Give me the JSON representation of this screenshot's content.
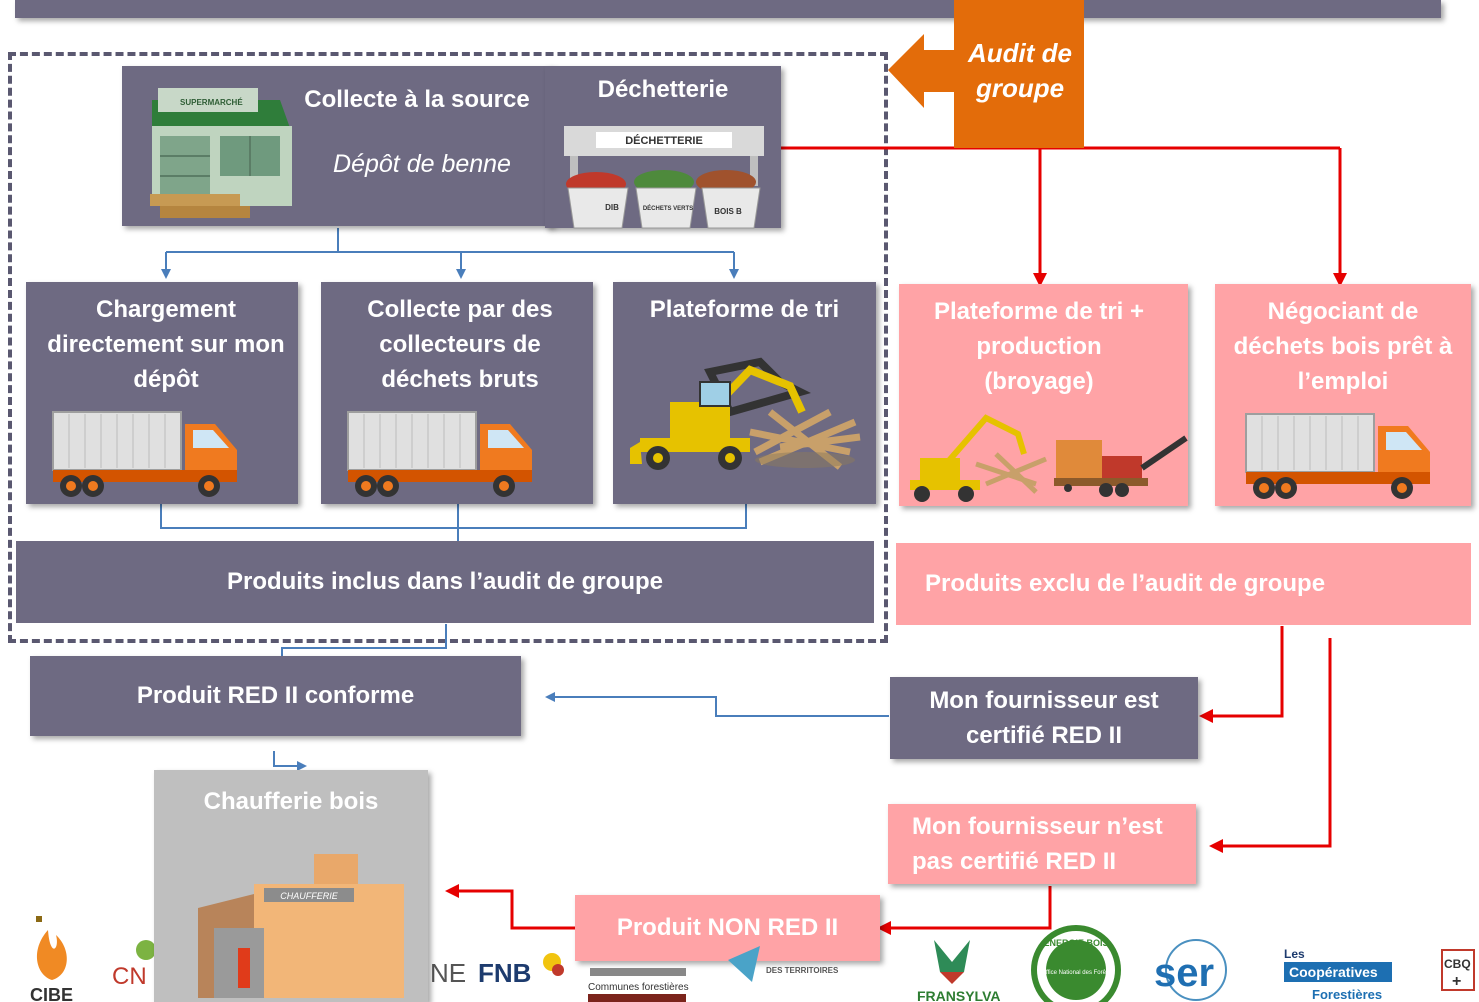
{
  "colors": {
    "gray_box": "#6e6a82",
    "pink_box": "#ffa3a6",
    "orange": "#e36c0a",
    "red_arrow": "#e60000",
    "blue_arrow": "#4a7ebb",
    "dashed_border": "#5a5870",
    "chaufferie_box": "#bfbfbf"
  },
  "audit_badge": {
    "label": "Audit de groupe"
  },
  "sources": {
    "collecte": {
      "title": "Collecte à la source",
      "subtitle": "Dépôt de benne",
      "supermarket_sign": "SUPERMARCHÉ"
    },
    "dechetterie": {
      "title": "Déchetterie",
      "sign": "DÉCHETTERIE",
      "bins": [
        "DIB",
        "DÉCHETS VERTS",
        "BOIS B"
      ]
    }
  },
  "inner_boxes": [
    {
      "title": "Chargement directement sur mon dépôt",
      "icon": "truck-icon"
    },
    {
      "title": "Collecte par des collecteurs de déchets bruts",
      "icon": "truck-icon"
    },
    {
      "title": "Plateforme de tri",
      "icon": "excavator-icon"
    }
  ],
  "outer_boxes": [
    {
      "title": "Plateforme de tri + production (broyage)",
      "icon": "crusher-icon"
    },
    {
      "title": "Négociant de déchets bois prêt à l’emploi",
      "icon": "truck-icon"
    }
  ],
  "included": {
    "label": "Produits inclus dans l’audit de groupe"
  },
  "excluded": {
    "label": "Produits exclu de l’audit de groupe"
  },
  "red_conforme": {
    "label": "Produit RED II conforme"
  },
  "supplier_certified": {
    "label": "Mon fournisseur est certifié RED II"
  },
  "supplier_not_certified": {
    "label": "Mon fournisseur n’est pas certifié RED II"
  },
  "non_red": {
    "label": "Produit NON RED II"
  },
  "chaufferie": {
    "title": "Chaufferie bois",
    "sign": "CHAUFFERIE"
  },
  "logos": {
    "cibe": "CIBE",
    "cnp": "CN",
    "ne": "NE",
    "fnb": "FNB",
    "communes": "Communes forestières",
    "territoires": "DES TERRITOIRES",
    "fransylva": "FRANSYLVA",
    "energie_bois": "ÉNERGIE BOIS",
    "onf": "Office National des Forêts",
    "ser": "ser",
    "cooperatives_1": "Les",
    "cooperatives_2": "Coopératives",
    "cooperatives_3": "Forestières",
    "cbq": "CBQ"
  }
}
